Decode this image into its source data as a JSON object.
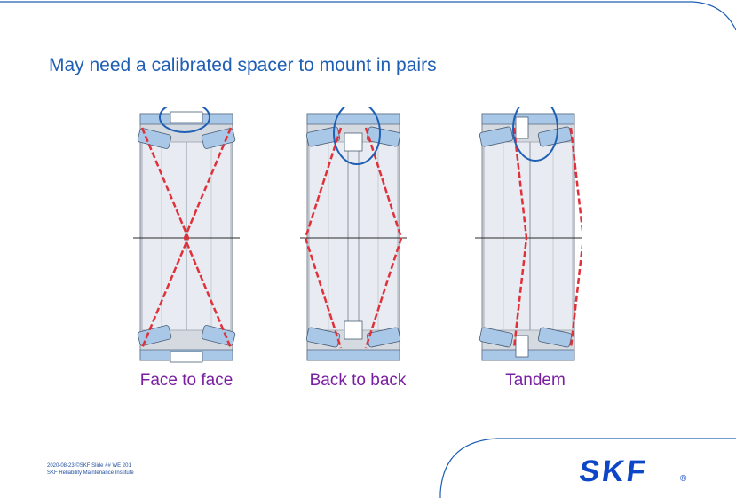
{
  "slide": {
    "title": "May need a calibrated spacer to mount in pairs",
    "footer_line1": "2020-08-23  ©SKF  Slide ##  WE 201",
    "footer_line2": "SKF Reliability Maintenance Institute",
    "logo_text": "SKF",
    "logo_mark": "®"
  },
  "arrangements": [
    {
      "id": "face-to-face",
      "label": "Face to face"
    },
    {
      "id": "back-to-back",
      "label": "Back to back"
    },
    {
      "id": "tandem",
      "label": "Tandem"
    }
  ],
  "colors": {
    "title": "#1f5fb4",
    "caption": "#7a1fa2",
    "bearing_blue": "#a9c8e8",
    "ring_grey": "#d5d9e0",
    "contact_line": "#e0303a",
    "highlight": "#1f5fb4",
    "logo": "#0d47c7"
  }
}
